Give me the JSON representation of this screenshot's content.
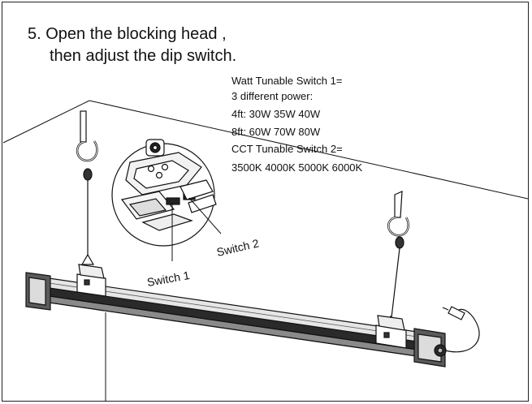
{
  "title": {
    "line1": "5. Open the blocking head ,",
    "line2": "then adjust the dip switch."
  },
  "specs": [
    "Watt Tunable Switch 1=",
    " 3 different power:",
    "4ft:  30W 35W 40W",
    "8ft:  60W 70W 80W",
    "CCT Tunable Switch 2=",
    "3500K 4000K 5000K 6000K"
  ],
  "labels": {
    "switch1": "Switch 1",
    "switch2": "Switch 2"
  },
  "colors": {
    "line": "#111111",
    "fixture_dark": "#2a2a2a",
    "fixture_mid": "#8a8a8a",
    "fixture_light": "#e6e6e6"
  }
}
